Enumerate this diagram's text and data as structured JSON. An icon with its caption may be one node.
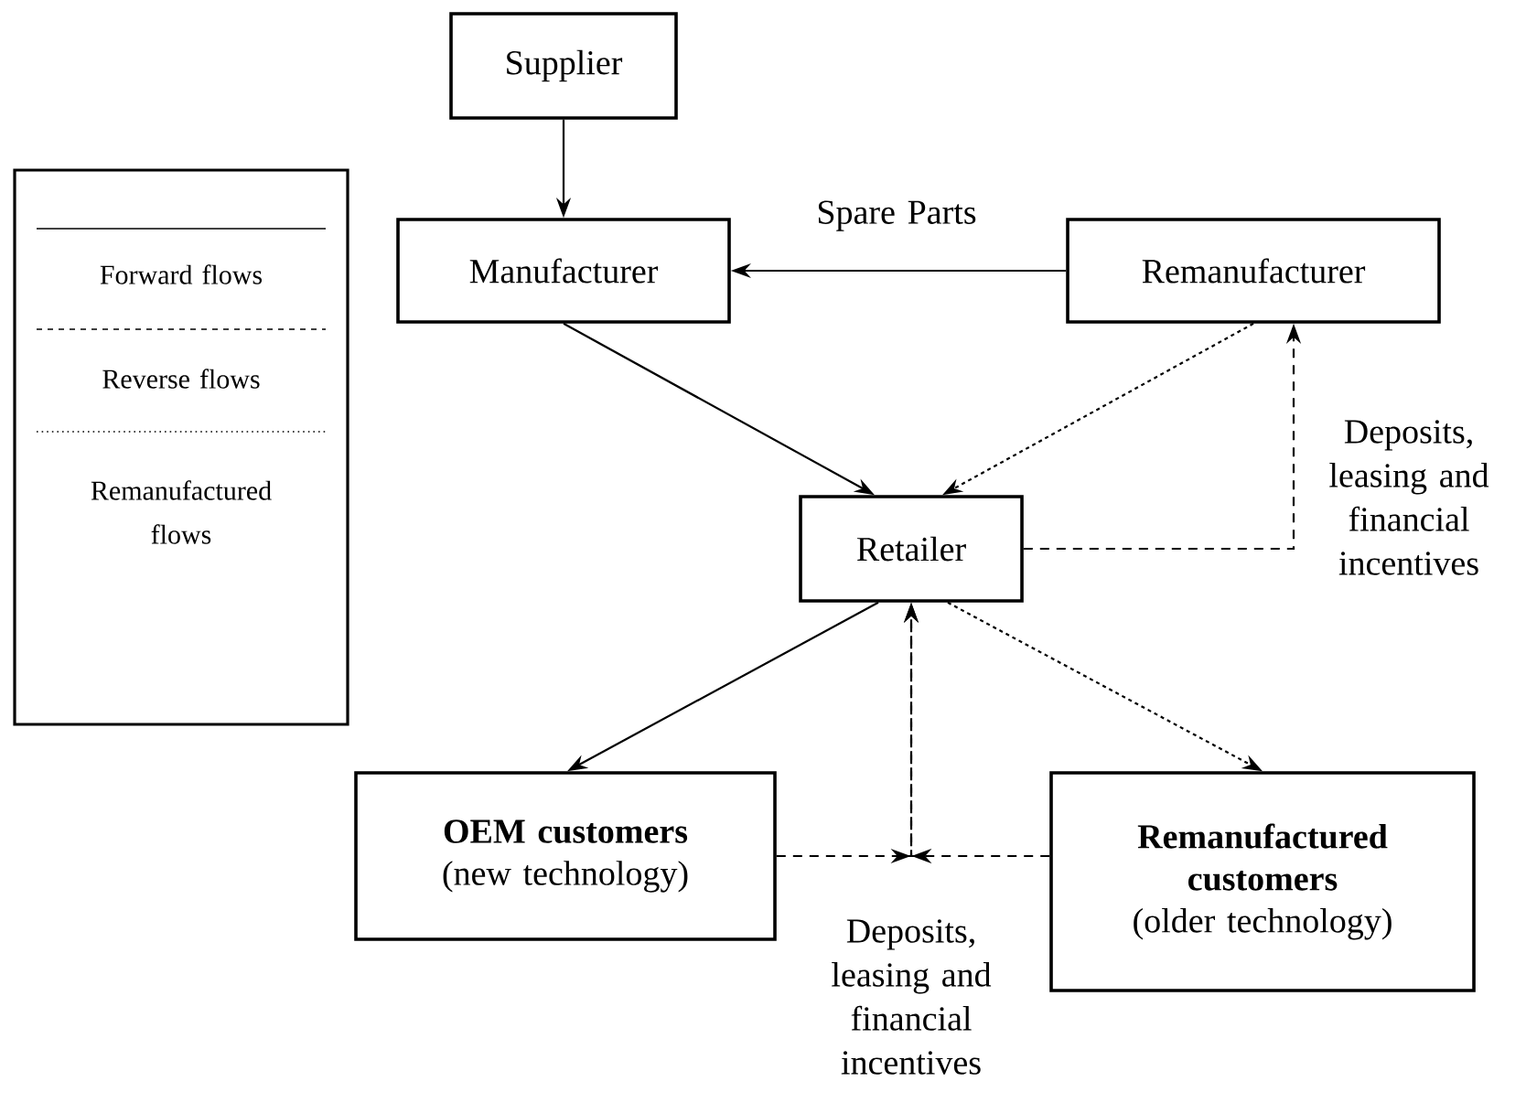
{
  "diagram": {
    "nodes": [
      {
        "text": [
          "Supplier"
        ]
      },
      {
        "text": [
          "Manufacturer"
        ]
      },
      {
        "text": [
          "Remanufacturer"
        ]
      },
      {
        "text": [
          "Retailer"
        ]
      },
      {
        "text": [
          "OEM customers",
          "(new technology)"
        ]
      },
      {
        "text": [
          "Remanufactured customers",
          "(older technology)"
        ]
      }
    ],
    "edges": [
      {
        "from": 0,
        "to": 1,
        "arrow": "to"
      },
      {
        "from": 2,
        "to": 1,
        "arrow": "to",
        "label": "Spare Parts"
      },
      {
        "from": 1,
        "to": 3,
        "arrow": "to"
      },
      {
        "from": 2,
        "to": 3,
        "arrow": "to",
        "style": "dashed"
      },
      {
        "from": 3,
        "to": 2,
        "arrow": "to",
        "style": "dashed",
        "label": "Deposits, leasing and financial incentives"
      },
      {
        "from": 3,
        "to": 4,
        "arrow": "to"
      },
      {
        "from": 3,
        "to": 5,
        "arrow": "to",
        "style": "dashed"
      },
      {
        "from": 4,
        "to": 3,
        "arrow": "to",
        "style": "dashed",
        "label": "Deposits, leasing and financial incentives"
      },
      {
        "from": 5,
        "to": 3,
        "arrow": "to",
        "style": "dashed"
      }
    ],
    "legend": [
      {
        "text": "Forward flows"
      },
      {
        "text": "Reverse flows"
      },
      {
        "text": "Remanufactured flows"
      }
    ]
  }
}
